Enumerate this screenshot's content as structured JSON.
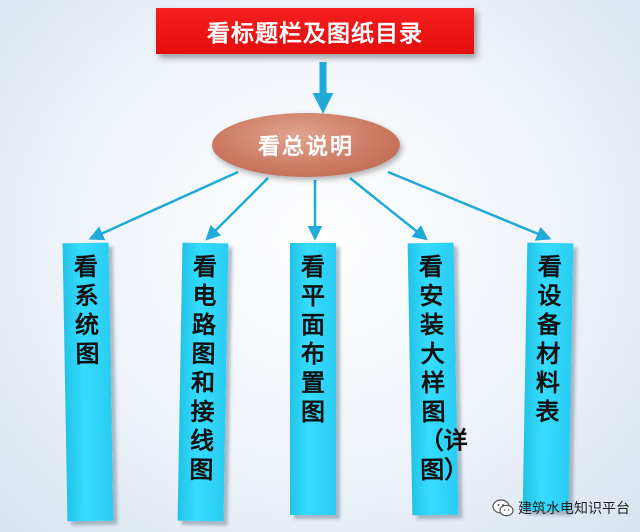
{
  "diagram": {
    "top_box": "看标题栏及图纸目录",
    "center_node": "看总说明",
    "branches": [
      "看系统图",
      "看电路图和接线图",
      "看平面布置图",
      "看安装大样图（详图）",
      "看设备材料表"
    ]
  },
  "watermark": {
    "text": "建筑水电知识平台",
    "icon": "wechat-icon"
  },
  "colors": {
    "top_box": "#ee1515",
    "center_node": "#cc7a62",
    "branch": "#35dcff",
    "arrow": "#1faad8"
  }
}
